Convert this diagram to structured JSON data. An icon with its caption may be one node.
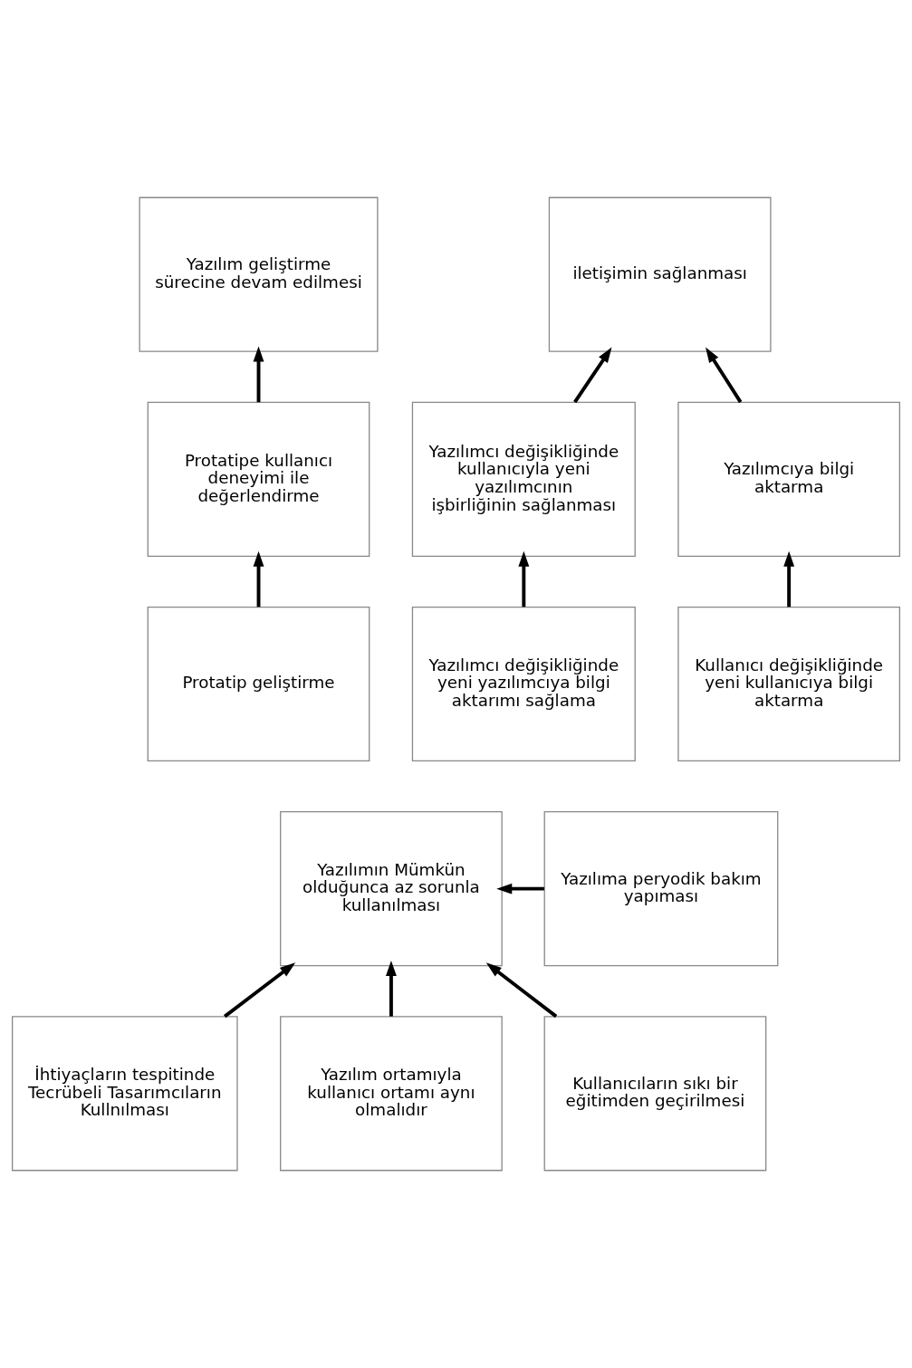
{
  "diagram": {
    "nodes": [
      {
        "text": [
          "iletişimin sağlanması"
        ]
      },
      {
        "text": [
          "Yazılımcı değişikliğinde kullanıcıyla yeni yazılımcının işbirliğinin sağlanması"
        ]
      },
      {
        "text": [
          "Yazılımcıya bilgi aktarma"
        ]
      },
      {
        "text": [
          "Yazılımcı değişikliğinde yeni yazılımcıya bilgi aktarımı sağlama"
        ]
      },
      {
        "text": [
          "Kullanıcı değişikliğinde yeni kullanıcıya bilgi aktarma"
        ]
      },
      {
        "text": [
          "Yazılım geliştirme sürecine devam edilmesi"
        ]
      },
      {
        "text": [
          "Protatipe kullanıcı deneyimi ile değerlendirme"
        ]
      },
      {
        "text": [
          "Protatip geliştirme"
        ]
      },
      {
        "text": [
          "Yazılımın Mümkün olduğunca az sorunla kullanılması"
        ]
      },
      {
        "text": [
          "Yazılıma peryodik bakım yapıması"
        ]
      },
      {
        "text": [
          "İhtiyaçların tespitinde Tecrübeli Tasarımcıların Kullnılması"
        ]
      },
      {
        "text": [
          "Yazılım ortamıyla kullanıcı ortamı aynı olmalıdır"
        ]
      },
      {
        "text": [
          "Kullanıcıların sıkı bir eğitimden geçirilmesi"
        ]
      }
    ],
    "edges": [
      {
        "from": 1,
        "to": 0,
        "arrow": "to"
      },
      {
        "from": 2,
        "to": 0,
        "arrow": "to"
      },
      {
        "from": 3,
        "to": 1,
        "arrow": "to"
      },
      {
        "from": 4,
        "to": 2,
        "arrow": "to"
      },
      {
        "from": 6,
        "to": 5,
        "arrow": "to"
      },
      {
        "from": 7,
        "to": 6,
        "arrow": "to"
      },
      {
        "from": 9,
        "to": 8,
        "arrow": "to"
      },
      {
        "from": 10,
        "to": 8,
        "arrow": "to"
      },
      {
        "from": 11,
        "to": 8,
        "arrow": "to"
      },
      {
        "from": 12,
        "to": 8,
        "arrow": "to"
      }
    ]
  }
}
